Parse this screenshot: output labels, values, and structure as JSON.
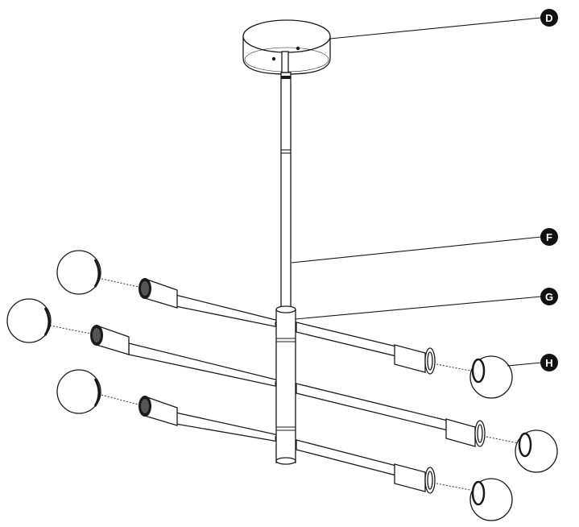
{
  "callouts": [
    {
      "id": "D",
      "label": "D"
    },
    {
      "id": "F",
      "label": "F"
    },
    {
      "id": "G",
      "label": "G"
    },
    {
      "id": "H",
      "label": "H"
    }
  ]
}
